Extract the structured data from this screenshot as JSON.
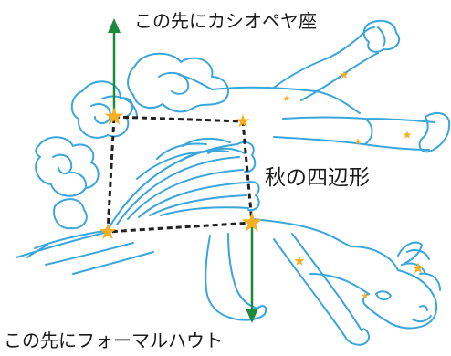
{
  "labels": {
    "top_arrow_text": "この先にカシオペヤ座",
    "bottom_arrow_text": "この先にフォーマルハウト",
    "square_label": "秋の四辺形"
  },
  "colors": {
    "outline": "#3aa6dc",
    "arrow": "#1a8a3c",
    "star": "#f6ae23",
    "square": "#222222",
    "text": "#1a1a1a",
    "background": "#ffffff"
  },
  "icons": {
    "star_shape": "five-point-star",
    "arrow_head": "triangle-arrowhead"
  }
}
